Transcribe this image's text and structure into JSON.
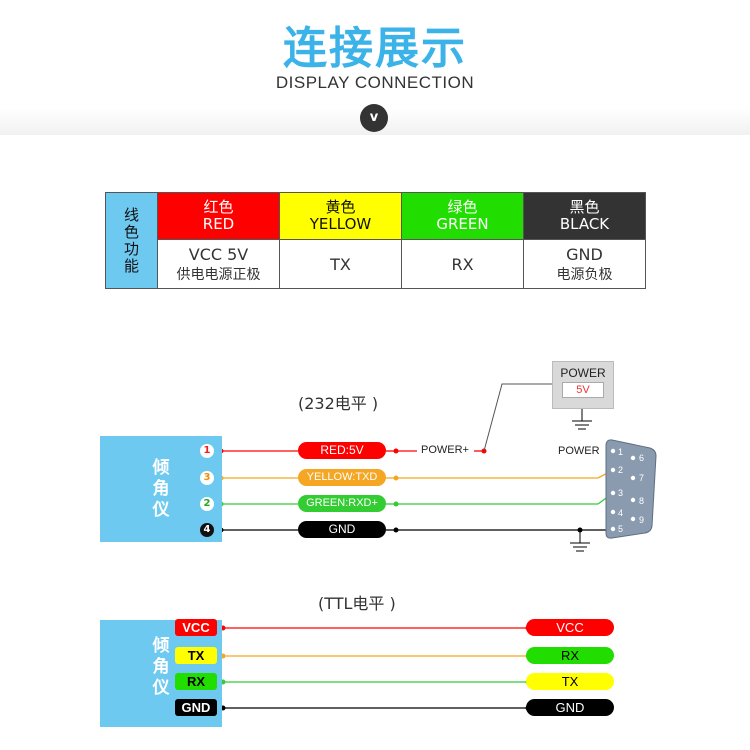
{
  "header": {
    "title_cn": "连接展示",
    "title_en": "DISPLAY CONNECTION",
    "chevron": "v"
  },
  "wire_table": {
    "side_label": [
      "线",
      "色",
      "功",
      "能"
    ],
    "columns": [
      {
        "cn": "红色",
        "en": "RED",
        "func": "VCC 5V",
        "func_sub": "供电电源正极",
        "color": "#ff0000"
      },
      {
        "cn": "黄色",
        "en": "YELLOW",
        "func": "TX",
        "func_sub": "",
        "color": "#ffff00"
      },
      {
        "cn": "绿色",
        "en": "GREEN",
        "func": "RX",
        "func_sub": "",
        "color": "#22dd00"
      },
      {
        "cn": "黑色",
        "en": "BLACK",
        "func": "GND",
        "func_sub": "电源负极",
        "color": "#333333"
      }
    ]
  },
  "rs232": {
    "label": "(232电平 )",
    "device": [
      "倾",
      "角",
      "仪"
    ],
    "wires": [
      {
        "num": "1",
        "label": "RED:5V",
        "color": "#ff0000"
      },
      {
        "num": "3",
        "label": "YELLOW:TXD",
        "color": "#f5a623"
      },
      {
        "num": "2",
        "label": "GREEN:RXD+",
        "color": "#33cc33"
      },
      {
        "num": "4",
        "label": "GND",
        "color": "#000000"
      }
    ],
    "power_plus": "POWER+",
    "power_box_title": "POWER",
    "power_box_value": "5V",
    "connector_label": "POWER",
    "db9_pins": [
      "1",
      "2",
      "3",
      "4",
      "5",
      "6",
      "7",
      "8",
      "9"
    ]
  },
  "ttl": {
    "label": "(TTL电平 )",
    "device": [
      "倾",
      "角",
      "仪"
    ],
    "left_tags": [
      {
        "label": "VCC",
        "bg": "#ff0000",
        "fg": "#ffffff"
      },
      {
        "label": "TX",
        "bg": "#ffff00",
        "fg": "#000000"
      },
      {
        "label": "RX",
        "bg": "#22dd00",
        "fg": "#000000"
      },
      {
        "label": "GND",
        "bg": "#000000",
        "fg": "#ffffff"
      }
    ],
    "right_tags": [
      {
        "label": "VCC",
        "bg": "#ff0000",
        "fg": "#ffffff"
      },
      {
        "label": "RX",
        "bg": "#22dd00",
        "fg": "#000000"
      },
      {
        "label": "TX",
        "bg": "#ffff00",
        "fg": "#000000"
      },
      {
        "label": "GND",
        "bg": "#000000",
        "fg": "#ffffff"
      }
    ],
    "wire_colors": [
      "#ff0000",
      "#f5a623",
      "#33cc33",
      "#000000"
    ]
  }
}
